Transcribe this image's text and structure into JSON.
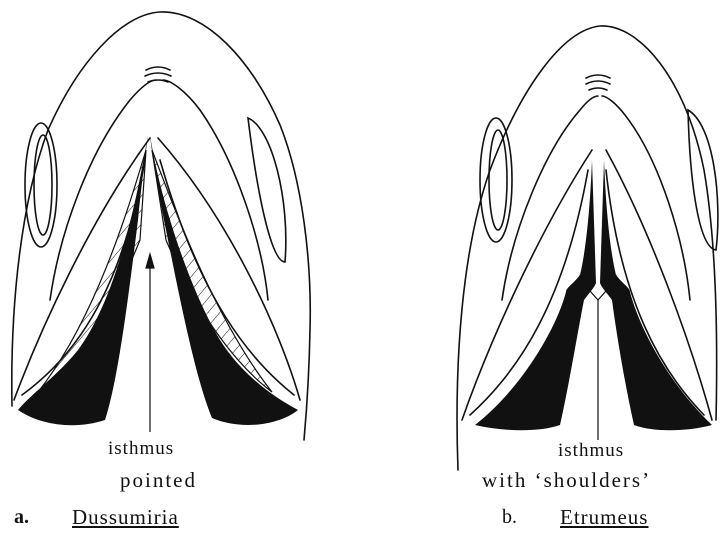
{
  "figure": {
    "panel_a": {
      "letter": "a.",
      "genus": "Dussumiria",
      "label_isthmus": "isthmus",
      "label_description": "pointed"
    },
    "panel_b": {
      "letter": "b.",
      "genus": "Etrumeus",
      "label_isthmus": "isthmus",
      "label_description": "with  ‘shoulders’"
    },
    "colors": {
      "ink": "#111111",
      "background": "#ffffff"
    }
  }
}
